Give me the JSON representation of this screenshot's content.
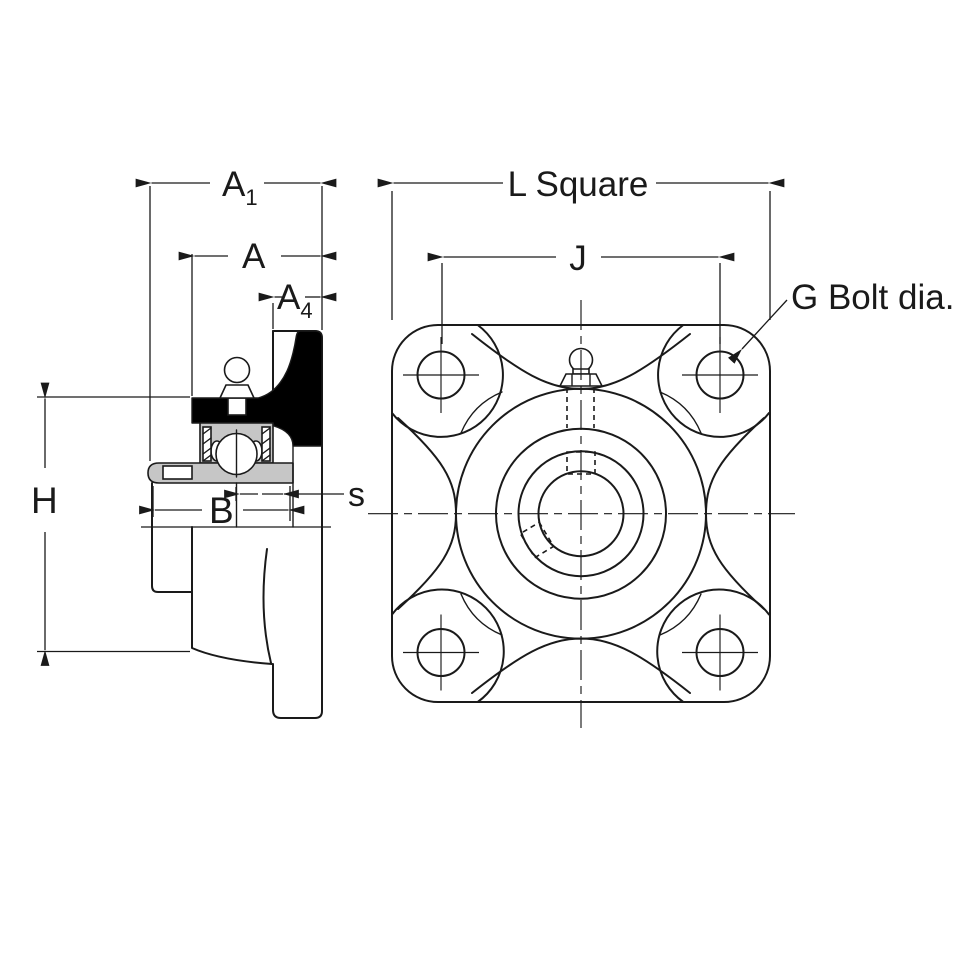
{
  "labels": {
    "a1": {
      "main": "A",
      "sub": "1"
    },
    "a": "A",
    "a4": {
      "main": "A",
      "sub": "4"
    },
    "h": "H",
    "b": "B",
    "s": "s",
    "l_square": "L Square",
    "j": "J",
    "g_bolt_dia": "G Bolt dia."
  },
  "colors": {
    "line": "#1a1a1a",
    "section_fill": "#000000",
    "collar_fill": "#c6c6c6",
    "background": "#ffffff"
  }
}
